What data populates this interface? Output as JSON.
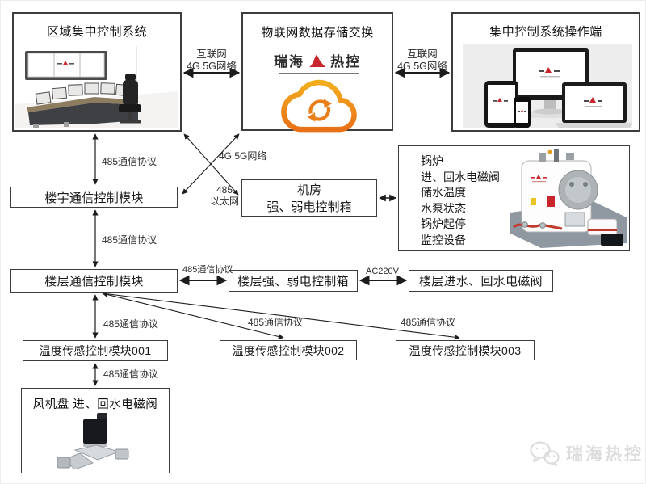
{
  "diagram": {
    "boxes": {
      "region_control": "区域集中控制系统",
      "iot_cloud": "物联网数据存储交换",
      "operator_terminal": "集中控制系统操作端",
      "building_module": "楼宇通信控制模块",
      "machine_room_line1": "机房",
      "machine_room_line2": "强、弱电控制箱",
      "boiler_items": [
        "锅炉",
        "进、回水电磁阀",
        "储水温度",
        "水泵状态",
        "锅炉起停",
        "监控设备"
      ],
      "floor_module": "楼层通信控制模块",
      "floor_electric_box": "楼层强、弱电控制箱",
      "floor_valve": "楼层进水、回水电磁阀",
      "temp_module_001": "温度传感控制模块001",
      "temp_module_002": "温度传感控制模块002",
      "temp_module_003": "温度传感控制模块003",
      "fan_coil_valve": "风机盘 进、回水电磁阀"
    },
    "edge_labels": {
      "internet_left_line1": "互联网",
      "internet_left_line2": "4G 5G网络",
      "internet_right_line1": "互联网",
      "internet_right_line2": "4G 5G网络",
      "rs485_protocol_1": "485通信协议",
      "net_4g5g": "4G 5G网络",
      "rs485_eth_line1": "485",
      "rs485_eth_line2": "以太网",
      "rs485_protocol_2": "485通信协议",
      "rs485_protocol_floor": "485通信协议",
      "ac220v": "AC220V",
      "rs485_protocol_3": "485通信协议",
      "rs485_protocol_4": "485通信协议",
      "rs485_protocol_5": "485通信协议",
      "rs485_protocol_6": "485通信协议"
    },
    "brand": {
      "logo_left": "瑞海",
      "logo_right": "热控",
      "watermark_text": "瑞海热控"
    },
    "icons": {
      "cloud": "cloud-sync-icon",
      "logo_mark": "mountain-logo-icon",
      "watermark": "wechat-icon"
    },
    "colors": {
      "accent_red": "#c9252c",
      "cloud_orange": "#ee8a1d",
      "border_dark": "#3d3d3d"
    }
  }
}
